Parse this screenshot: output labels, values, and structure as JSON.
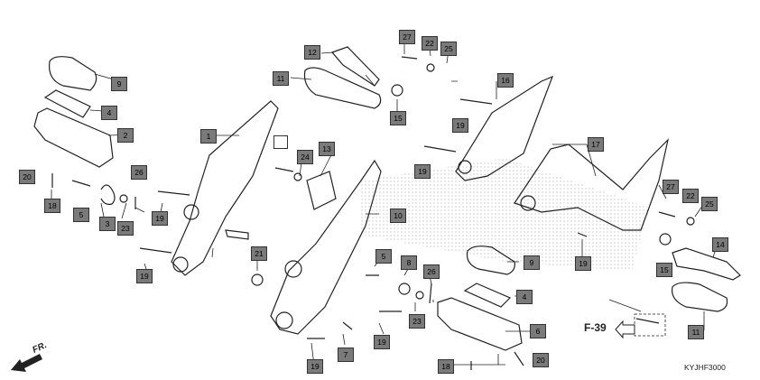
{
  "diagram": {
    "code": "KYJHF3000",
    "direction_label": "FR.",
    "reference": "F-39",
    "callouts": {
      "c9a": "9",
      "c4a": "4",
      "c2": "2",
      "c20a": "20",
      "c18a": "18",
      "c5a": "5",
      "c3": "3",
      "c23a": "23",
      "c26a": "26",
      "c19a": "19",
      "c19b": "19",
      "c1": "1",
      "c11a": "11",
      "c12": "12",
      "c27a": "27",
      "c22a": "22",
      "c25a": "25",
      "c15a": "15",
      "c16": "16",
      "c19c": "19",
      "c19d": "19",
      "c24": "24",
      "c13": "13",
      "c10": "10",
      "c17": "17",
      "c27b": "27",
      "c22b": "22",
      "c25b": "25",
      "c19e": "19",
      "c14": "14",
      "c15b": "15",
      "c11b": "11",
      "c21": "21",
      "c5b": "5",
      "c8": "8",
      "c26b": "26",
      "c23b": "23",
      "c9b": "9",
      "c4b": "4",
      "c6": "6",
      "c20b": "20",
      "c18b": "18",
      "c19f": "19",
      "c7": "7",
      "c19g": "19"
    }
  }
}
